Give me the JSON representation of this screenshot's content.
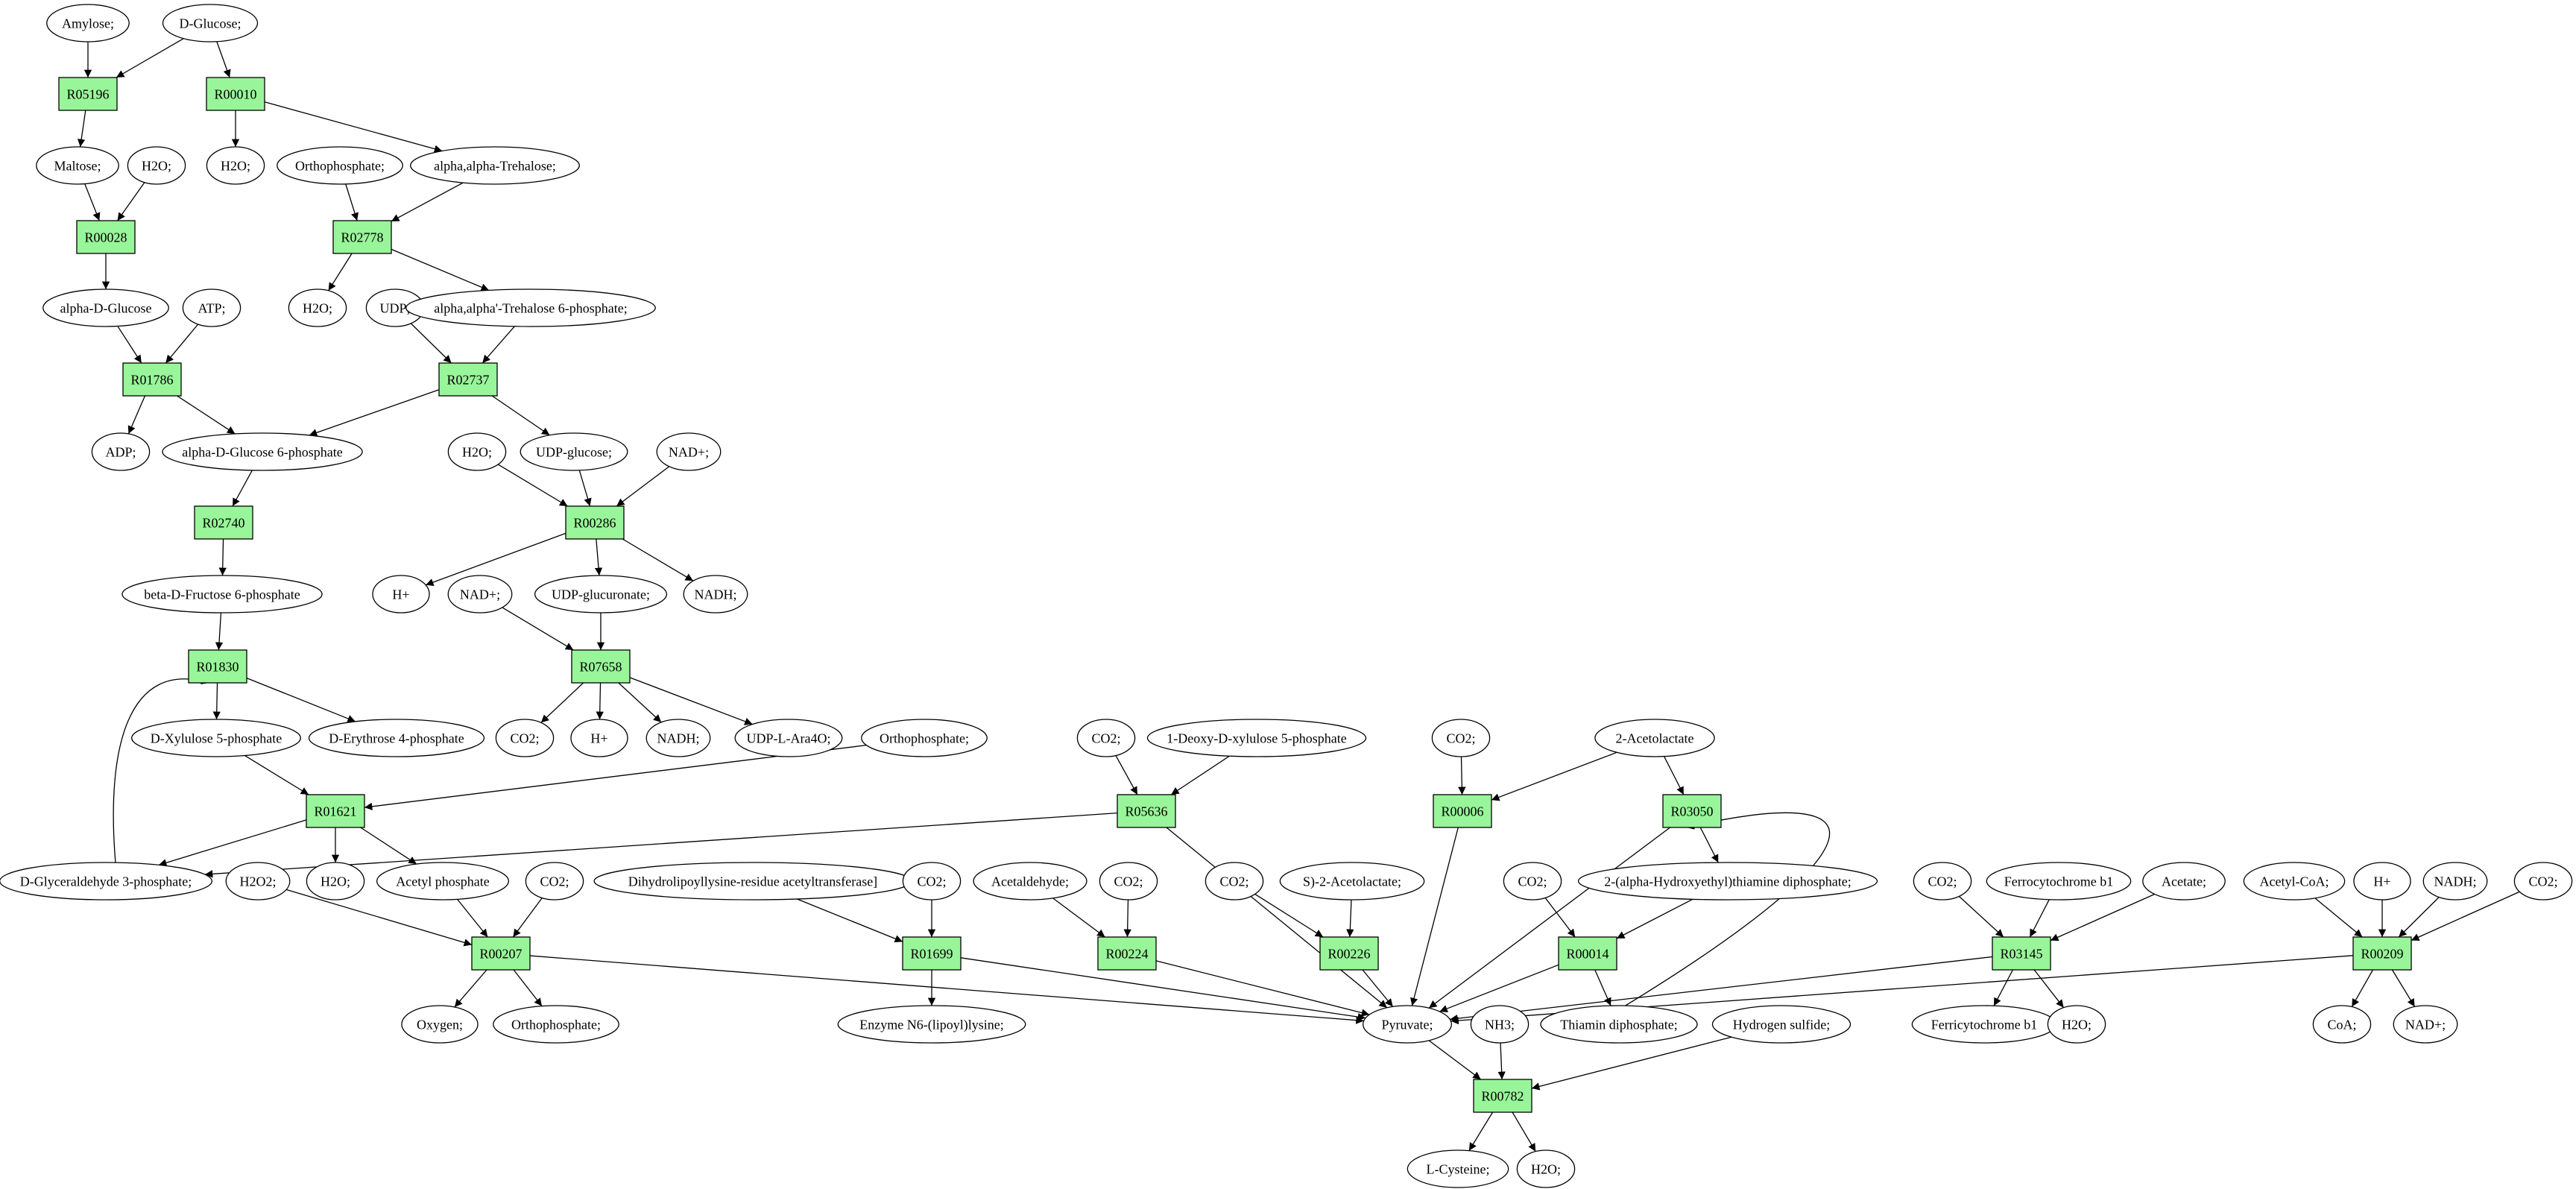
{
  "colors": {
    "reaction_fill": "#99f599",
    "start_fill": "#00ee00",
    "target_fill": "#ffff00",
    "compound_fill": "#ffffff",
    "stroke": "#000000"
  },
  "nodes": [
    {
      "id": "amylose",
      "label": "Amylose;",
      "kind": "compound"
    },
    {
      "id": "dglucose",
      "label": "D-Glucose;",
      "kind": "start"
    },
    {
      "id": "r05196",
      "label": "R05196",
      "kind": "reaction"
    },
    {
      "id": "r00010",
      "label": "R00010",
      "kind": "reaction"
    },
    {
      "id": "maltose",
      "label": "Maltose;",
      "kind": "compound"
    },
    {
      "id": "h2o_a",
      "label": "H2O;",
      "kind": "compound"
    },
    {
      "id": "h2o_b",
      "label": "H2O;",
      "kind": "compound"
    },
    {
      "id": "orthophos_a",
      "label": "Orthophosphate;",
      "kind": "compound"
    },
    {
      "id": "trehalose",
      "label": "alpha,alpha-Trehalose;",
      "kind": "compound"
    },
    {
      "id": "r00028",
      "label": "R00028",
      "kind": "reaction"
    },
    {
      "id": "r02778",
      "label": "R02778",
      "kind": "reaction"
    },
    {
      "id": "alphadglucose",
      "label": "alpha-D-Glucose",
      "kind": "compound"
    },
    {
      "id": "atp",
      "label": "ATP;",
      "kind": "compound"
    },
    {
      "id": "h2o_c",
      "label": "H2O;",
      "kind": "compound"
    },
    {
      "id": "udp",
      "label": "UDP;",
      "kind": "compound"
    },
    {
      "id": "trehalose6p",
      "label": "alpha,alpha'-Trehalose 6-phosphate;",
      "kind": "compound"
    },
    {
      "id": "r01786",
      "label": "R01786",
      "kind": "reaction"
    },
    {
      "id": "r02737",
      "label": "R02737",
      "kind": "reaction"
    },
    {
      "id": "adp",
      "label": "ADP;",
      "kind": "compound"
    },
    {
      "id": "adg6p",
      "label": "alpha-D-Glucose 6-phosphate",
      "kind": "compound"
    },
    {
      "id": "h2o_d",
      "label": "H2O;",
      "kind": "compound"
    },
    {
      "id": "udpglucose",
      "label": "UDP-glucose;",
      "kind": "compound"
    },
    {
      "id": "nadp_a",
      "label": "NAD+;",
      "kind": "compound"
    },
    {
      "id": "r02740",
      "label": "R02740",
      "kind": "reaction"
    },
    {
      "id": "r00286",
      "label": "R00286",
      "kind": "reaction"
    },
    {
      "id": "bdf6p",
      "label": "beta-D-Fructose 6-phosphate",
      "kind": "compound"
    },
    {
      "id": "hplus_a",
      "label": "H+",
      "kind": "compound"
    },
    {
      "id": "nadp_b",
      "label": "NAD+;",
      "kind": "compound"
    },
    {
      "id": "udpglucuronate",
      "label": "UDP-glucuronate;",
      "kind": "compound"
    },
    {
      "id": "nadh_a",
      "label": "NADH;",
      "kind": "compound"
    },
    {
      "id": "r01830",
      "label": "R01830",
      "kind": "reaction"
    },
    {
      "id": "r07658",
      "label": "R07658",
      "kind": "reaction"
    },
    {
      "id": "dx5p",
      "label": "D-Xylulose 5-phosphate",
      "kind": "compound"
    },
    {
      "id": "de4p",
      "label": "D-Erythrose 4-phosphate",
      "kind": "compound"
    },
    {
      "id": "co2_a",
      "label": "CO2;",
      "kind": "compound"
    },
    {
      "id": "hplus_b",
      "label": "H+",
      "kind": "compound"
    },
    {
      "id": "nadh_b",
      "label": "NADH;",
      "kind": "compound"
    },
    {
      "id": "udpara4o",
      "label": "UDP-L-Ara4O;",
      "kind": "compound"
    },
    {
      "id": "orthophos_b",
      "label": "Orthophosphate;",
      "kind": "compound"
    },
    {
      "id": "co2_b",
      "label": "CO2;",
      "kind": "compound"
    },
    {
      "id": "deoxyxylulose",
      "label": "1-Deoxy-D-xylulose 5-phosphate",
      "kind": "compound"
    },
    {
      "id": "co2_c",
      "label": "CO2;",
      "kind": "compound"
    },
    {
      "id": "acetolactate",
      "label": "2-Acetolactate",
      "kind": "compound"
    },
    {
      "id": "r01621",
      "label": "R01621",
      "kind": "reaction"
    },
    {
      "id": "r05636",
      "label": "R05636",
      "kind": "reaction"
    },
    {
      "id": "r00006",
      "label": "R00006",
      "kind": "reaction"
    },
    {
      "id": "r03050",
      "label": "R03050",
      "kind": "reaction"
    },
    {
      "id": "dg3p",
      "label": "D-Glyceraldehyde 3-phosphate;",
      "kind": "compound"
    },
    {
      "id": "h2o2",
      "label": "H2O2;",
      "kind": "compound"
    },
    {
      "id": "h2o_e",
      "label": "H2O;",
      "kind": "compound"
    },
    {
      "id": "acetylphos",
      "label": "Acetyl phosphate",
      "kind": "compound"
    },
    {
      "id": "co2_d",
      "label": "CO2;",
      "kind": "compound"
    },
    {
      "id": "dihydrolipoyl",
      "label": "Dihydrolipoyllysine-residue acetyltransferase]",
      "kind": "compound"
    },
    {
      "id": "co2_e",
      "label": "CO2;",
      "kind": "compound"
    },
    {
      "id": "acetaldehyde",
      "label": "Acetaldehyde;",
      "kind": "compound"
    },
    {
      "id": "co2_f",
      "label": "CO2;",
      "kind": "compound"
    },
    {
      "id": "co2_g",
      "label": "CO2;",
      "kind": "compound"
    },
    {
      "id": "s2acetolactate",
      "label": "S)-2-Acetolactate;",
      "kind": "compound"
    },
    {
      "id": "co2_h",
      "label": "CO2;",
      "kind": "compound"
    },
    {
      "id": "hethtpp",
      "label": "2-(alpha-Hydroxyethyl)thiamine diphosphate;",
      "kind": "compound"
    },
    {
      "id": "co2_i",
      "label": "CO2;",
      "kind": "compound"
    },
    {
      "id": "ferrob1_a",
      "label": "Ferrocytochrome b1",
      "kind": "compound"
    },
    {
      "id": "acetate",
      "label": "Acetate;",
      "kind": "compound"
    },
    {
      "id": "acetylcoa",
      "label": "Acetyl-CoA;",
      "kind": "compound"
    },
    {
      "id": "hplus_c",
      "label": "H+",
      "kind": "compound"
    },
    {
      "id": "nadh_c",
      "label": "NADH;",
      "kind": "compound"
    },
    {
      "id": "co2_j",
      "label": "CO2;",
      "kind": "compound"
    },
    {
      "id": "r00207",
      "label": "R00207",
      "kind": "reaction"
    },
    {
      "id": "r01699",
      "label": "R01699",
      "kind": "reaction"
    },
    {
      "id": "r00224",
      "label": "R00224",
      "kind": "reaction"
    },
    {
      "id": "r00226",
      "label": "R00226",
      "kind": "reaction"
    },
    {
      "id": "r00014",
      "label": "R00014",
      "kind": "reaction"
    },
    {
      "id": "r03145",
      "label": "R03145",
      "kind": "reaction"
    },
    {
      "id": "r00209",
      "label": "R00209",
      "kind": "reaction"
    },
    {
      "id": "oxygen",
      "label": "Oxygen;",
      "kind": "compound"
    },
    {
      "id": "orthophos_c",
      "label": "Orthophosphate;",
      "kind": "compound"
    },
    {
      "id": "enzymen6",
      "label": "Enzyme N6-(lipoyl)lysine;",
      "kind": "compound"
    },
    {
      "id": "pyruvate",
      "label": "Pyruvate;",
      "kind": "compound"
    },
    {
      "id": "nh3",
      "label": "NH3;",
      "kind": "compound"
    },
    {
      "id": "thiamin",
      "label": "Thiamin diphosphate;",
      "kind": "compound"
    },
    {
      "id": "h2s",
      "label": "Hydrogen sulfide;",
      "kind": "compound"
    },
    {
      "id": "ferrob1_b",
      "label": "Ferricytochrome b1",
      "kind": "compound"
    },
    {
      "id": "h2o_f",
      "label": "H2O;",
      "kind": "compound"
    },
    {
      "id": "coa",
      "label": "CoA;",
      "kind": "compound"
    },
    {
      "id": "nadp_c",
      "label": "NAD+;",
      "kind": "compound"
    },
    {
      "id": "r00782",
      "label": "R00782",
      "kind": "reaction"
    },
    {
      "id": "lcysteine",
      "label": "L-Cysteine;",
      "kind": "target"
    },
    {
      "id": "h2o_g",
      "label": "H2O;",
      "kind": "compound"
    }
  ],
  "edges": [
    [
      "amylose",
      "r05196"
    ],
    [
      "dglucose",
      "r05196"
    ],
    [
      "dglucose",
      "r00010"
    ],
    [
      "r05196",
      "maltose"
    ],
    [
      "r00010",
      "h2o_b"
    ],
    [
      "r00010",
      "trehalose"
    ],
    [
      "maltose",
      "r00028"
    ],
    [
      "h2o_a",
      "r00028"
    ],
    [
      "orthophos_a",
      "r02778"
    ],
    [
      "trehalose",
      "r02778"
    ],
    [
      "r00028",
      "alphadglucose"
    ],
    [
      "r02778",
      "h2o_c"
    ],
    [
      "r02778",
      "trehalose6p"
    ],
    [
      "alphadglucose",
      "r01786"
    ],
    [
      "atp",
      "r01786"
    ],
    [
      "udp",
      "r02737"
    ],
    [
      "trehalose6p",
      "r02737"
    ],
    [
      "r01786",
      "adp"
    ],
    [
      "r01786",
      "adg6p"
    ],
    [
      "r02737",
      "adg6p"
    ],
    [
      "r02737",
      "udpglucose"
    ],
    [
      "adg6p",
      "r02740"
    ],
    [
      "h2o_d",
      "r00286"
    ],
    [
      "udpglucose",
      "r00286"
    ],
    [
      "nadp_a",
      "r00286"
    ],
    [
      "r02740",
      "bdf6p"
    ],
    [
      "r00286",
      "hplus_a"
    ],
    [
      "r00286",
      "udpglucuronate"
    ],
    [
      "r00286",
      "nadh_a"
    ],
    [
      "bdf6p",
      "r01830"
    ],
    [
      "nadp_b",
      "r07658"
    ],
    [
      "udpglucuronate",
      "r07658"
    ],
    [
      "r01830",
      "dx5p"
    ],
    [
      "r01830",
      "de4p"
    ],
    [
      "r07658",
      "co2_a"
    ],
    [
      "r07658",
      "hplus_b"
    ],
    [
      "r07658",
      "nadh_b"
    ],
    [
      "r07658",
      "udpara4o"
    ],
    [
      "dx5p",
      "r01621"
    ],
    [
      "orthophos_b",
      "r01621"
    ],
    [
      "co2_b",
      "r05636"
    ],
    [
      "deoxyxylulose",
      "r05636"
    ],
    [
      "co2_c",
      "r00006"
    ],
    [
      "acetolactate",
      "r00006"
    ],
    [
      "acetolactate",
      "r03050"
    ],
    [
      "r01621",
      "dg3p"
    ],
    [
      "r05636",
      "dg3p"
    ],
    [
      "dg3p",
      "r01830"
    ],
    [
      "r01621",
      "h2o_e"
    ],
    [
      "r01621",
      "acetylphos"
    ],
    [
      "r03050",
      "hethtpp"
    ],
    [
      "h2o2",
      "r00207"
    ],
    [
      "acetylphos",
      "r00207"
    ],
    [
      "co2_d",
      "r00207"
    ],
    [
      "dihydrolipoyl",
      "r01699"
    ],
    [
      "co2_e",
      "r01699"
    ],
    [
      "acetaldehyde",
      "r00224"
    ],
    [
      "co2_f",
      "r00224"
    ],
    [
      "co2_g",
      "r00226"
    ],
    [
      "s2acetolactate",
      "r00226"
    ],
    [
      "co2_h",
      "r00014"
    ],
    [
      "hethtpp",
      "r00014"
    ],
    [
      "co2_i",
      "r03145"
    ],
    [
      "ferrob1_a",
      "r03145"
    ],
    [
      "acetate",
      "r03145"
    ],
    [
      "acetylcoa",
      "r00209"
    ],
    [
      "hplus_c",
      "r00209"
    ],
    [
      "nadh_c",
      "r00209"
    ],
    [
      "co2_j",
      "r00209"
    ],
    [
      "r00207",
      "oxygen"
    ],
    [
      "r00207",
      "orthophos_c"
    ],
    [
      "r00207",
      "pyruvate"
    ],
    [
      "r01699",
      "enzymen6"
    ],
    [
      "r01699",
      "pyruvate"
    ],
    [
      "r00224",
      "pyruvate"
    ],
    [
      "r00226",
      "pyruvate"
    ],
    [
      "r00014",
      "pyruvate"
    ],
    [
      "r00014",
      "thiamin"
    ],
    [
      "r03145",
      "pyruvate"
    ],
    [
      "r03145",
      "ferrob1_b"
    ],
    [
      "r03145",
      "h2o_f"
    ],
    [
      "r00209",
      "pyruvate"
    ],
    [
      "r00209",
      "coa"
    ],
    [
      "r00209",
      "nadp_c"
    ],
    [
      "r05636",
      "pyruvate"
    ],
    [
      "r00006",
      "pyruvate"
    ],
    [
      "r03050",
      "pyruvate"
    ],
    [
      "thiamin",
      "r03050"
    ],
    [
      "pyruvate",
      "r00782"
    ],
    [
      "nh3",
      "r00782"
    ],
    [
      "h2s",
      "r00782"
    ],
    [
      "r00782",
      "lcysteine"
    ],
    [
      "r00782",
      "h2o_g"
    ]
  ]
}
